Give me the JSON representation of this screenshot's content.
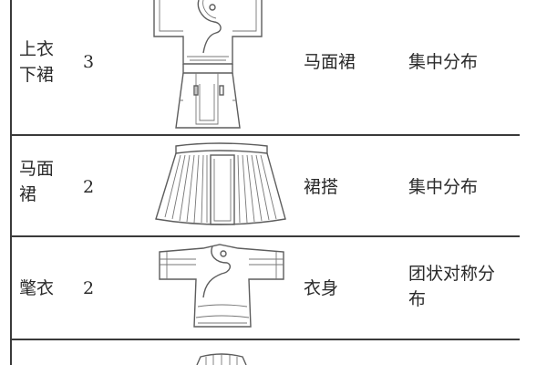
{
  "rows": [
    {
      "name_line1": "上衣",
      "name_line2": "下裙",
      "count": "3",
      "part": "马面裙",
      "distribution_line1": "集中分布",
      "distribution_line2": "",
      "illustration": "shangyi-xiaqun-icon"
    },
    {
      "name_line1": "马面",
      "name_line2": "裙",
      "count": "2",
      "part": "裙搭",
      "distribution_line1": "集中分布",
      "distribution_line2": "",
      "illustration": "mamianqun-icon"
    },
    {
      "name_line1": "氅衣",
      "name_line2": "",
      "count": "2",
      "part": "衣身",
      "distribution_line1": "团状对称分",
      "distribution_line2": "布",
      "illustration": "changyi-icon"
    },
    {
      "name_line1": "",
      "name_line2": "",
      "count": "",
      "part": "",
      "distribution_line1": "",
      "distribution_line2": "",
      "illustration": "partial-garment-icon"
    }
  ],
  "colors": {
    "rule": "#3a3a3a",
    "text": "#2a2a2a",
    "drawing": "#5d5d5d"
  }
}
